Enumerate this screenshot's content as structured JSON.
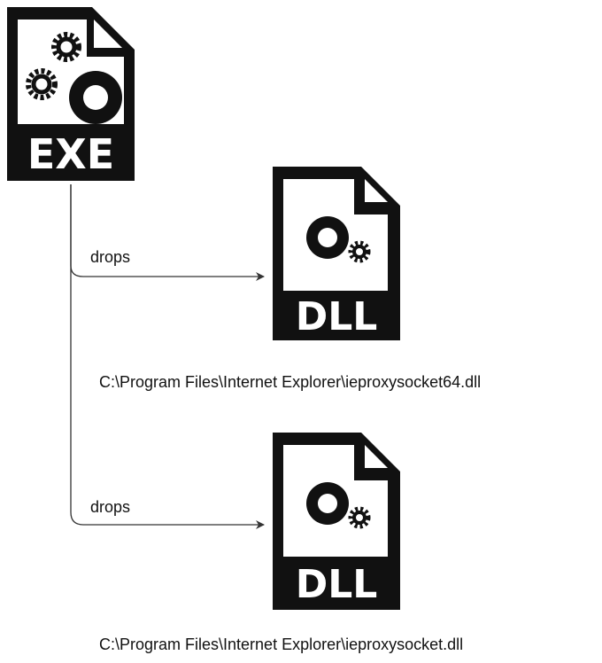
{
  "nodes": {
    "exe": {
      "label": "EXE",
      "icon": "exe-file-gears-icon"
    },
    "dll_top": {
      "label": "DLL",
      "icon": "dll-file-gears-icon",
      "path": "C:\\Program Files\\Internet Explorer\\ieproxysocket64.dll"
    },
    "dll_bottom": {
      "label": "DLL",
      "icon": "dll-file-gears-icon",
      "path": "C:\\Program Files\\Internet Explorer\\ieproxysocket.dll"
    }
  },
  "edges": [
    {
      "from": "exe",
      "to": "dll_top",
      "label": "drops"
    },
    {
      "from": "exe",
      "to": "dll_bottom",
      "label": "drops"
    }
  ],
  "colors": {
    "icon": "#111111",
    "line": "#333333",
    "text": "#111111",
    "background": "#ffffff"
  }
}
